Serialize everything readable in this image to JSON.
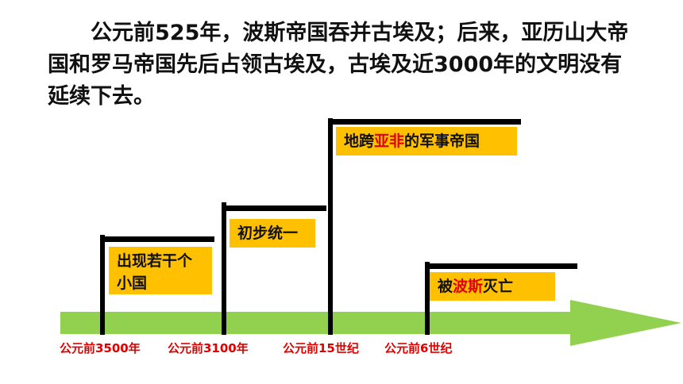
{
  "paragraph": {
    "line1": "公元前525年，波斯帝国吞并古埃及；后来，亚历山大帝",
    "line2": "国和罗马帝国先后占领古埃及，古埃及近3000年的文明没有",
    "line3": "延续下去。"
  },
  "timeline": {
    "arrow_color": "#92D050",
    "label_color": "#FFC000",
    "highlight_color": "#E00000",
    "ticks": [
      "公元前3500年",
      "公元前3100年",
      "公元前15世纪",
      "公元前6世纪"
    ],
    "steps": [
      {
        "line1": "出现若干个",
        "line2": "小国"
      },
      {
        "text": "初步统一"
      },
      {
        "pre": "地跨",
        "highlight": "亚非",
        "post": "的军事帝国"
      },
      {
        "pre": "被",
        "highlight": "波斯",
        "post": "灭亡"
      }
    ]
  }
}
